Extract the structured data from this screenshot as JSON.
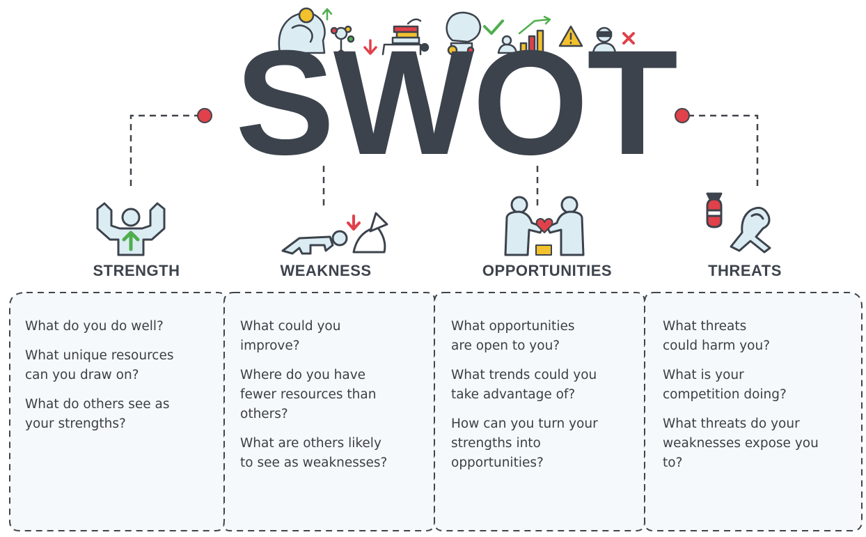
{
  "title": "SWOT",
  "colors": {
    "text": "#3c434c",
    "accent_red": "#e0414a",
    "icon_fill": "#dcecf3",
    "icon_green": "#4fae4e",
    "icon_yellow": "#f3c12e",
    "box_bg": "#f5f9fc",
    "dash": "#40444a"
  },
  "top_icons": [
    "idea-head-icon",
    "team-network-icon",
    "down-arrow-icon",
    "workload-icon",
    "negotiation-icon",
    "checkmark-icon",
    "user-icon",
    "growth-chart-icon",
    "warning-icon",
    "hacker-icon",
    "cross-icon"
  ],
  "columns": [
    {
      "key": "strength",
      "heading": "STRENGTH",
      "icon": "flexing-person-icon",
      "questions": [
        "What do you do well?",
        "What unique resources\ncan you draw on?",
        "What do others see as\nyour strengths?"
      ]
    },
    {
      "key": "weakness",
      "heading": "WEAKNESS",
      "icon": "crawling-person-icon",
      "questions": [
        "What could you\nimprove?",
        "Where do you have\nfewer resources than\nothers?",
        "What are others likely\nto see as weaknesses?"
      ]
    },
    {
      "key": "opportunities",
      "heading": "OPPORTUNITIES",
      "icon": "handshake-heart-icon",
      "questions": [
        "What opportunities\nare open to you?",
        "What trends could you\ntake advantage of?",
        "How can you turn your\nstrengths into\nopportunities?"
      ]
    },
    {
      "key": "threats",
      "heading": "THREATS",
      "icon": "falling-bomb-icon",
      "questions": [
        "What threats\ncould harm you?",
        "What is your\ncompetition doing?",
        "What threats do your\nweaknesses expose you\nto?"
      ]
    }
  ]
}
